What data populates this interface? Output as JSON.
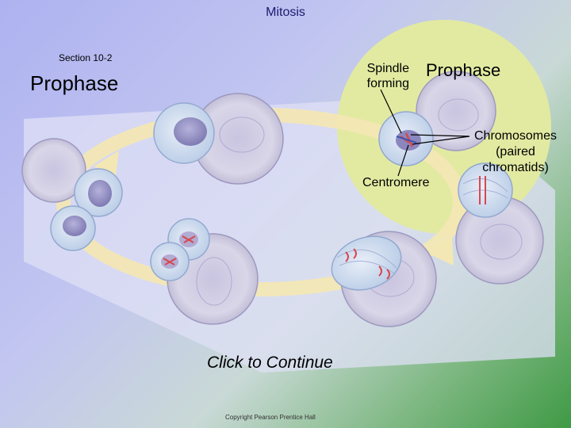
{
  "header": {
    "title": "Mitosis"
  },
  "section_label": "Section 10-2",
  "heading": "Prophase",
  "labels": {
    "spindle": [
      "Spindle",
      "forming"
    ],
    "stage": "Prophase",
    "chromosomes": [
      "Chromosomes",
      "(paired",
      "chromatids)"
    ],
    "centromere": "Centromere"
  },
  "continue_label": "Click to Continue",
  "copyright": "Copyright Pearson Prentice Hall",
  "colors": {
    "highlight_disc": "#e2eaa2",
    "arrow_band": "#f3e7b4",
    "micrograph": "#d8d4e6",
    "cell_fill": "#c9d8ee",
    "nucleus_fill": "#9d9ac8",
    "chromosome_red": "#d8474e"
  }
}
